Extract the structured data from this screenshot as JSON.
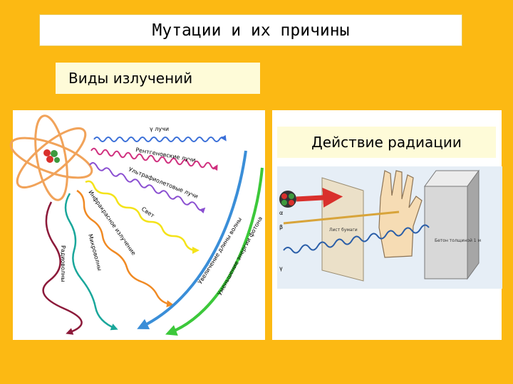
{
  "title": "Мутации и их причины",
  "subtitle": "Виды излучений",
  "effect_title": "Действие радиации",
  "radiation_labels": {
    "gamma": "γ лучи",
    "xray": "Рентгеновские лучи",
    "uv": "Ультрафиолетовые лучи",
    "light": "Свет",
    "infrared": "Инфракрасное излучение",
    "micro": "Микроволны",
    "radio": "Радиоволны",
    "wavelength": "Увеличение длины волны",
    "energy": "Уменьшение энергии фотона"
  },
  "effect_labels": {
    "alpha": "α",
    "beta": "β",
    "gamma": "γ",
    "paper": "Лист бумаги",
    "concrete": "Бетон толщиной 1 м"
  },
  "colors": {
    "background": "#FCB913",
    "gamma": "#3a6fd8",
    "xray": "#d0317f",
    "uv": "#8a4fd1",
    "light": "#f4e31a",
    "infrared": "#f08a24",
    "micro": "#1aa79b",
    "radio": "#8c1a3a"
  }
}
